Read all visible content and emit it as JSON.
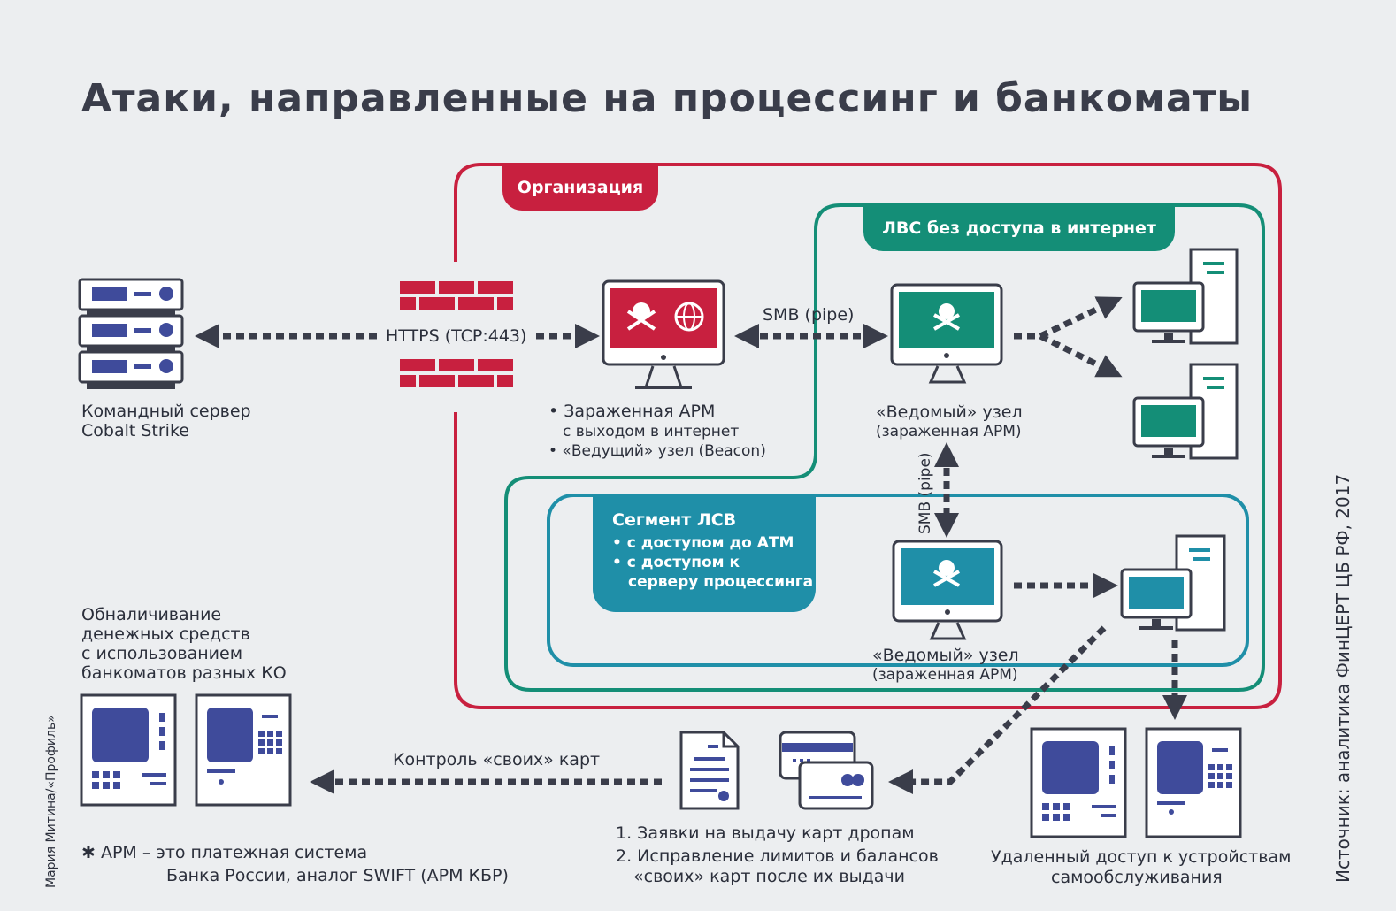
{
  "title": "Атаки, направленные на процессинг и банкоматы",
  "zones": {
    "organization": "Организация",
    "lan_no_internet": "ЛВС без доступа в интернет",
    "segment": {
      "title": "Сегмент ЛСВ",
      "item1": "• с доступом до АТМ",
      "item2a": "• с доступом к",
      "item2b": "серверу процессинга"
    }
  },
  "labels": {
    "cnc_line1": "Командный сервер",
    "cnc_line2": "Cobalt Strike",
    "https": "HTTPS (TCP:443)",
    "smb_pipe": "SMB (pipe)",
    "smb_pipe_vertical": "SMB (pipe)",
    "infected_line1": "• Зараженная АРМ",
    "infected_line2": "с выходом в интернет",
    "infected_line3": "• «Ведущий» узел (Beacon)",
    "slave1_line1": "«Ведомый» узел",
    "slave1_line2": "(зараженная АРМ)",
    "slave2_line1": "«Ведомый» узел",
    "slave2_line2": "(зараженная АРМ)",
    "cashout_line1": "Обналичивание",
    "cashout_line2": "денежных средств",
    "cashout_line3": "с использованием",
    "cashout_line4": "банкоматов разных КО",
    "card_control": "Контроль «своих» карт",
    "step1": "1. Заявки на выдачу карт дропам",
    "step2a": "2. Исправление лимитов и балансов",
    "step2b": "«своих» карт после их выдачи",
    "remote_line1": "Удаленный доступ к устройствам",
    "remote_line2": "самообслуживания",
    "footnote_a": "✱ АРМ – это платежная система",
    "footnote_b": "Банка России, аналог SWIFT (АРМ КБР)",
    "credit": "Мария Митина/«Профиль»",
    "source": "Источник: аналитика ФинЦЕРТ ЦБ РФ, 2017"
  },
  "colors": {
    "organization": "#c8203f",
    "lan": "#148e77",
    "segment": "#1f8fa8",
    "atm": "#3f4b9b",
    "arrow": "#3a3d4a"
  }
}
